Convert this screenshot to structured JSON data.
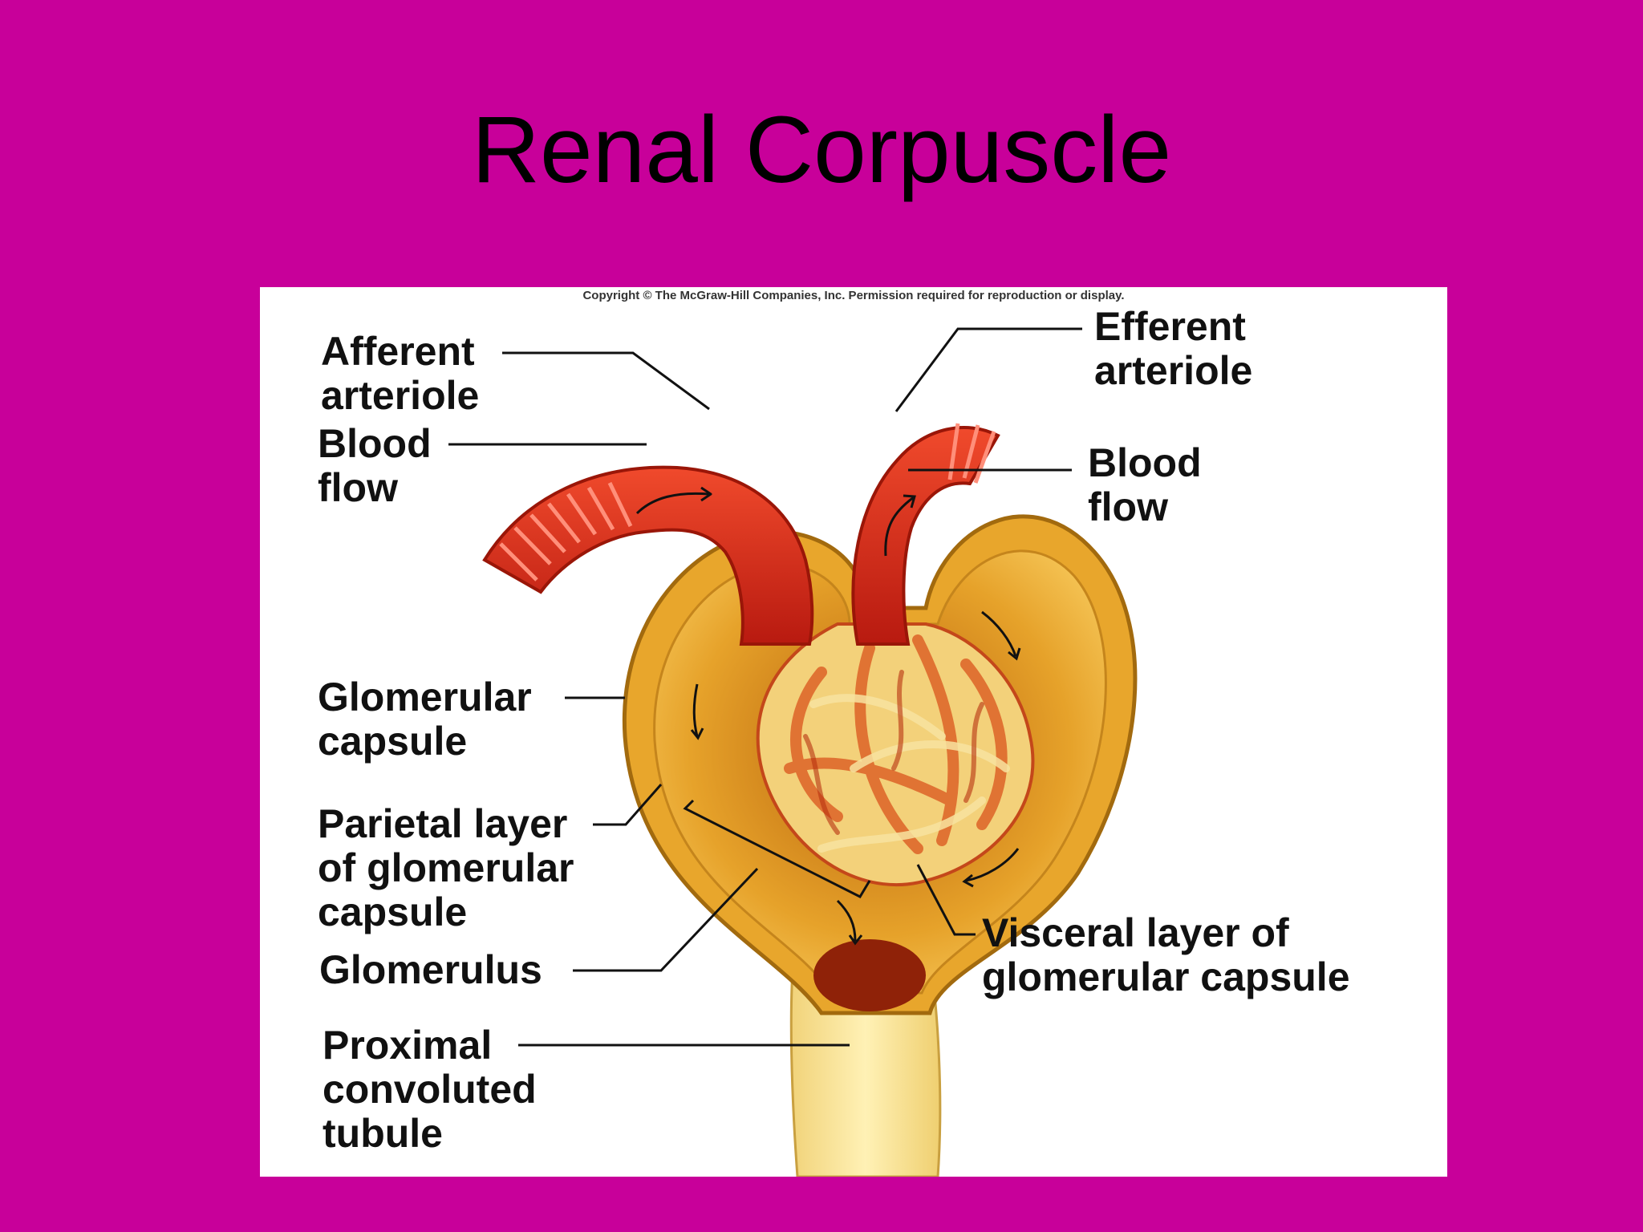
{
  "slide": {
    "title": "Renal Corpuscle"
  },
  "figure": {
    "copyright": "Copyright © The McGraw-Hill Companies, Inc. Permission required for reproduction or display.",
    "labels": {
      "afferent_arteriole": [
        "Afferent",
        "arteriole"
      ],
      "blood_flow_left": [
        "Blood",
        "flow"
      ],
      "efferent_arteriole": [
        "Efferent",
        "arteriole"
      ],
      "blood_flow_right": [
        "Blood",
        "flow"
      ],
      "glomerular_capsule": [
        "Glomerular",
        "capsule"
      ],
      "parietal_layer": [
        "Parietal layer",
        "of glomerular",
        "capsule"
      ],
      "glomerulus": [
        "Glomerulus"
      ],
      "visceral_layer": [
        "Visceral layer of",
        "glomerular capsule"
      ],
      "proximal_tubule": [
        "Proximal",
        "convoluted",
        "tubule"
      ]
    }
  },
  "colors": {
    "slide_background": "#c8009a",
    "figure_background": "#ffffff",
    "arteriole_red": "#d9301c",
    "capsule_gold": "#e8a32a",
    "capsule_inner": "#f2c357"
  }
}
